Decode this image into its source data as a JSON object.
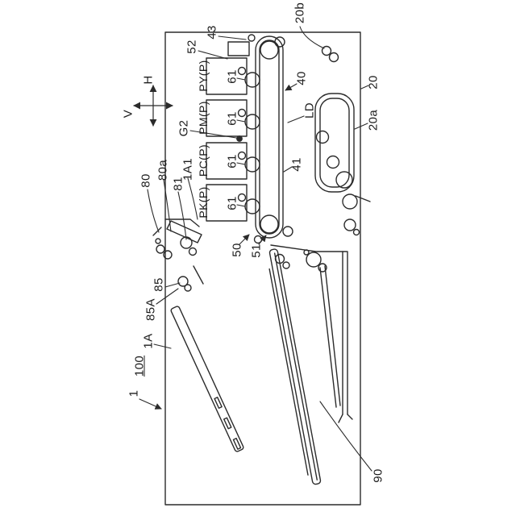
{
  "figure": {
    "kind": "patent-line-drawing",
    "subject": "image forming apparatus cross-section, rotated 90 degrees",
    "background_color": "#ffffff",
    "line_color": "#2b2b2b"
  },
  "labels": {
    "n20b": {
      "text": "20b"
    },
    "n20": {
      "text": "20"
    },
    "n20a": {
      "text": "20a"
    },
    "n40": {
      "text": "40"
    },
    "ld": {
      "text": "LD"
    },
    "n41": {
      "text": "41"
    },
    "n43": {
      "text": "43"
    },
    "n52": {
      "text": "52"
    },
    "py": {
      "text": "PY(P)"
    },
    "pm": {
      "text": "PM(P)"
    },
    "pc": {
      "text": "PC(P)"
    },
    "pk": {
      "text": "PK(P)"
    },
    "n61_1": {
      "text": "61"
    },
    "n61_2": {
      "text": "61"
    },
    "n61_3": {
      "text": "61"
    },
    "n61_4": {
      "text": "61"
    },
    "g2": {
      "text": "G2"
    },
    "h": {
      "text": "H"
    },
    "v": {
      "text": "V"
    },
    "n80": {
      "text": "80"
    },
    "n80a": {
      "text": "80a"
    },
    "n1a1": {
      "text": "1A1"
    },
    "n81": {
      "text": "81"
    },
    "n85": {
      "text": "85"
    },
    "n85a": {
      "text": "85A"
    },
    "n1a": {
      "text": "1A"
    },
    "n100": {
      "text": "100"
    },
    "n1": {
      "text": "1"
    },
    "n50": {
      "text": "50"
    },
    "n51": {
      "text": "51"
    },
    "n90": {
      "text": "90"
    }
  }
}
